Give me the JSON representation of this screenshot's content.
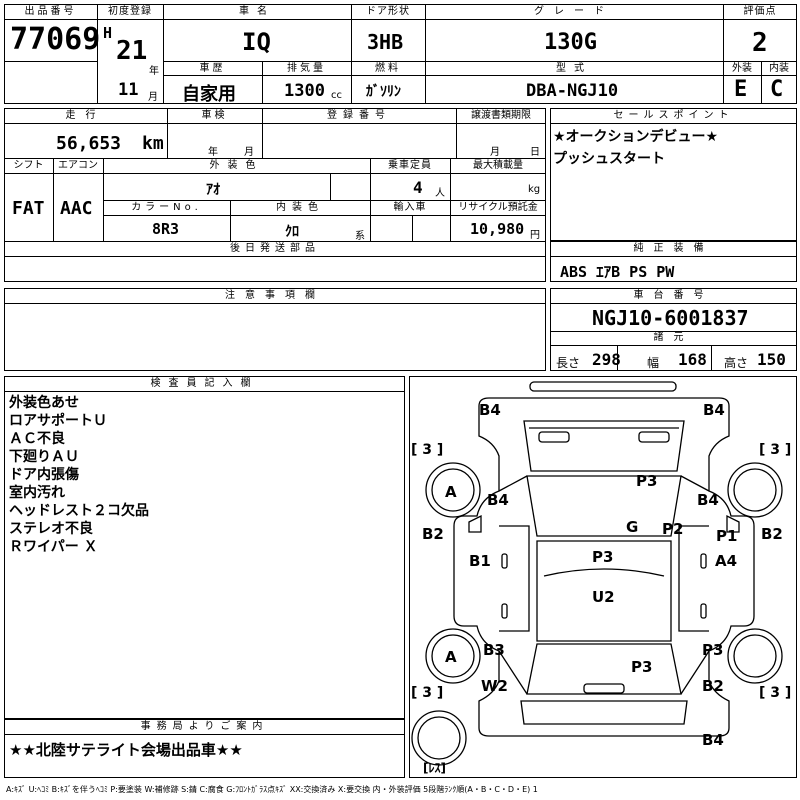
{
  "header": {
    "lot_label": "出品番号",
    "lot_value": "77069",
    "first_reg_label": "初度登録",
    "era_prefix": "H",
    "first_reg_year": "21",
    "year_unit": "年",
    "first_reg_month": "11",
    "month_unit": "月",
    "car_name_label": "車名",
    "car_name": "IQ",
    "door_label": "ドア形状",
    "door_value": "3HB",
    "grade_label": "グレード",
    "grade_value": "130G",
    "score_label": "評価点",
    "score_value": "2",
    "history_label": "車歴",
    "history_value": "自家用",
    "displacement_label": "排気量",
    "displacement_value": "1300",
    "displacement_unit": "cc",
    "fuel_label": "燃料",
    "fuel_value": "ｶﾞｿﾘﾝ",
    "model_label": "型式",
    "model_value": "DBA-NGJ10",
    "exterior_label": "外装",
    "exterior_value": "E",
    "interior_label": "内装",
    "interior_value": "C"
  },
  "second": {
    "mileage_label": "走行",
    "mileage_value": "56,653",
    "mileage_unit": "km",
    "inspection_label": "車検",
    "insp_year_unit": "年",
    "insp_month_unit": "月",
    "reg_no_label": "登録番号",
    "transfer_label": "譲渡書類期限",
    "transfer_month_unit": "月",
    "transfer_day_unit": "日",
    "shift_label": "シフト",
    "shift_value": "FAT",
    "ac_label": "エアコン",
    "ac_value": "AAC",
    "ext_color_label": "外装色",
    "ext_color_value": "ｱｵ",
    "capacity_label": "乗車定員",
    "capacity_value": "4",
    "capacity_unit": "人",
    "max_load_label": "最大積載量",
    "max_load_unit": "kg",
    "color_no_label": "カラーNo.",
    "color_no_value": "8R3",
    "int_color_label": "内装色",
    "int_color_value": "ｸﾛ",
    "int_color_unit": "系",
    "import_label": "輸入車",
    "recycle_label": "リサイクル預託金",
    "recycle_value": "10,980",
    "recycle_unit": "円",
    "later_parts_label": "後日発送部品"
  },
  "sales": {
    "label": "セールスポイント",
    "lines": [
      "★オークションデビュー★",
      "プッシュスタート"
    ]
  },
  "equipment": {
    "label": "純正装備",
    "value": "ABS ｴｱB PS PW"
  },
  "caution": {
    "label": "注意事項欄"
  },
  "chassis": {
    "label": "車台番号",
    "value": "NGJ10-6001837",
    "specs_label": "諸元",
    "length_label": "長さ",
    "length_value": "298",
    "width_label": "幅",
    "width_value": "168",
    "height_label": "高さ",
    "height_value": "150"
  },
  "inspector": {
    "label": "検査員記入欄",
    "notes": [
      "外装色あせ",
      "ロアサポートＵ",
      "ＡＣ不良",
      "下廻りＡＵ",
      "ドア内張傷",
      "室内汚れ",
      "ヘッドレスト２コ欠品",
      "ステレオ不良",
      "Ｒワイパー Ｘ"
    ]
  },
  "office": {
    "label": "事務局よりご案内",
    "message": "★★北陸サテライト会場出品車★★"
  },
  "diagram": {
    "marks": [
      "B4",
      "B4",
      "[ 3 ]",
      "[ 3 ]",
      "A",
      "B4",
      "P3",
      "B4",
      "B2",
      "G",
      "P2",
      "P1",
      "B2",
      "B1",
      "P3",
      "A4",
      "U2",
      "A",
      "B3",
      "P3",
      "P3",
      "W2",
      "B2",
      "[ 3 ]",
      "[ 3 ]",
      "B4",
      "[ﾚｽ]"
    ]
  },
  "legend": "A:ｷｽﾞ U:ﾍｺﾐ B:ｷｽﾞを伴うﾍｺﾐ P:要塗装 W:補修跡 S:錆 C:腐食 G:ﾌﾛﾝﾄｶﾞﾗｽ点ｷｽﾞ XX:交換済み X:要交換 内・外装評価 5段階ﾗﾝｸ順(A・B・C・D・E) 1"
}
